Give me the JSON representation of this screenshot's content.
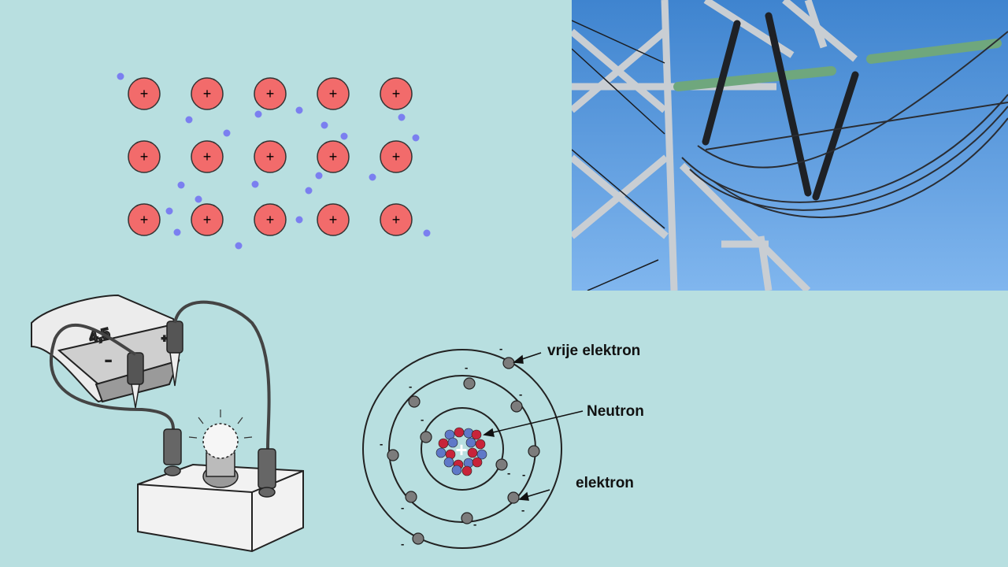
{
  "lattice": {
    "ion_symbol": "+",
    "ion_color": "#f26b6b",
    "electron_color": "#7b7ff0"
  },
  "circuit": {
    "battery_voltage": "4,5",
    "battery_minus": "–",
    "battery_plus": "+"
  },
  "atom": {
    "nucleus_symbol": "+",
    "electron_symbol": "-",
    "labels": {
      "free_electron": "vrije elektron",
      "neutron": "Neutron",
      "electron": "elektron"
    }
  }
}
